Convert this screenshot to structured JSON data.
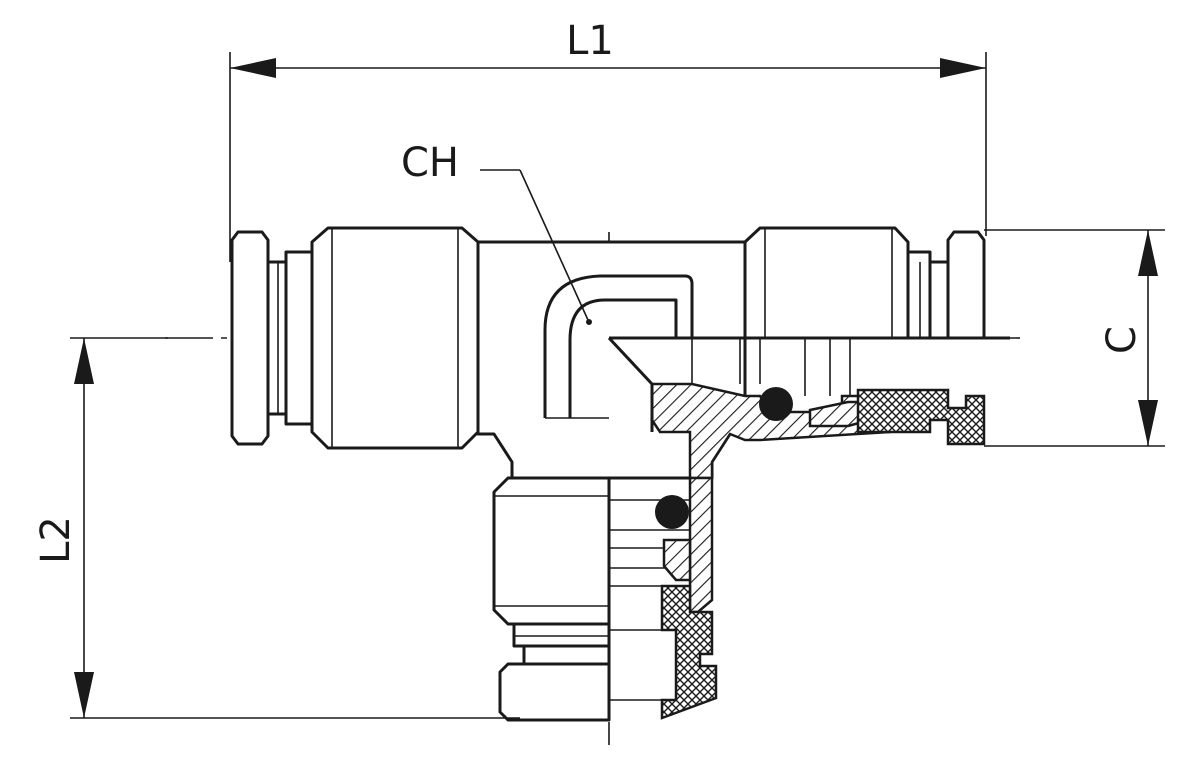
{
  "labels": {
    "l1": "L1",
    "l2": "L2",
    "c": "C",
    "ch": "CH"
  }
}
